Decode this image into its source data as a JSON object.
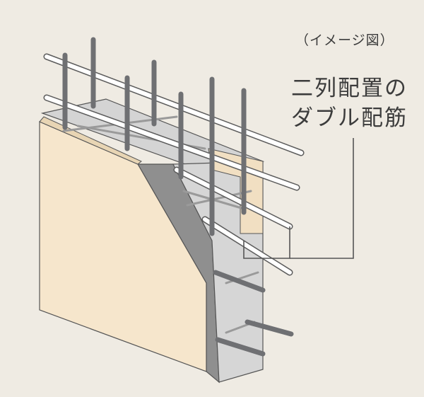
{
  "note": "（イメージ図）",
  "label": {
    "line1": "二列配置の",
    "line2": "ダブル配筋"
  },
  "colors": {
    "background": "#efebe3",
    "board": "#f6e6cc",
    "concrete_light": "#d9d9d9",
    "concrete_mid": "#c4c4c4",
    "concrete_dark": "#8d8d8d",
    "rebar_dark": "#6f7073",
    "rebar_white": "#ffffff",
    "leader": "#555555"
  }
}
